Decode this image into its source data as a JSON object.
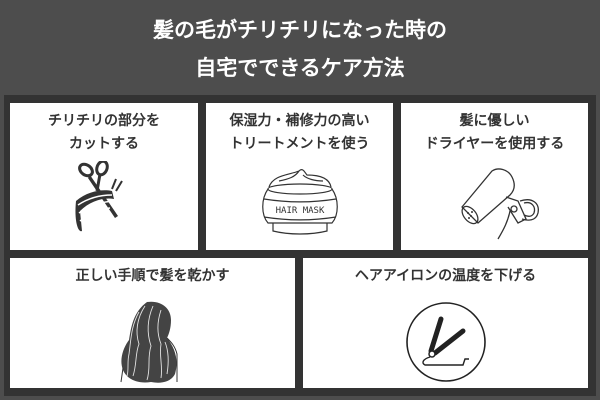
{
  "header": {
    "title_line1": "髪の毛がチリチリになった時の",
    "title_line2": "自宅でできるケア方法"
  },
  "panels": [
    {
      "title_line1": "チリチリの部分を",
      "title_line2": "カットする",
      "icon": "scissors-cutting-hair-icon"
    },
    {
      "title_line1": "保湿力・補修力の高い",
      "title_line2": "トリートメントを使う",
      "icon": "hair-mask-jar-icon",
      "jar_label": "HAIR MASK"
    },
    {
      "title_line1": "髪に優しい",
      "title_line2": "ドライヤーを使用する",
      "icon": "hair-dryer-icon"
    },
    {
      "title_line1": "正しい手順で髪を乾かす",
      "icon": "long-wavy-hair-icon"
    },
    {
      "title_line1": "ヘアアイロンの温度を下げる",
      "icon": "hair-iron-icon"
    }
  ],
  "colors": {
    "header_bg": "#4d4d4d",
    "frame": "#333333",
    "panel_bg": "#ffffff",
    "text_dark": "#333333",
    "text_light": "#ffffff"
  }
}
